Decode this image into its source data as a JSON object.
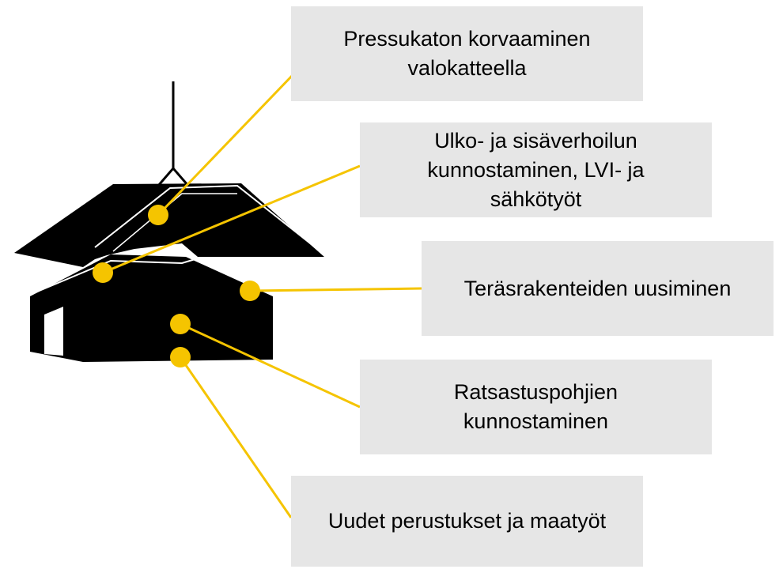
{
  "colors": {
    "connector": "#f5c400",
    "house": "#000000",
    "box_fill": "#e6e6e6",
    "text": "#000000"
  },
  "icons": {
    "house": "barn-house-icon"
  },
  "labels": [
    {
      "id": "roof-covering",
      "lines": [
        "Pressukaton korvaaminen",
        "valokatteella"
      ]
    },
    {
      "id": "cladding-hvac-electrical",
      "lines": [
        "Ulko- ja sisäverhoilun",
        "kunnostaminen, LVI- ja",
        "sähkötyöt"
      ]
    },
    {
      "id": "steel-structures",
      "lines": [
        "Teräsrakenteiden uusiminen"
      ]
    },
    {
      "id": "riding-surfaces",
      "lines": [
        "Ratsastuspohjien",
        "kunnostaminen"
      ]
    },
    {
      "id": "foundations-groundwork",
      "lines": [
        "Uudet perustukset ja maatyöt"
      ]
    }
  ]
}
